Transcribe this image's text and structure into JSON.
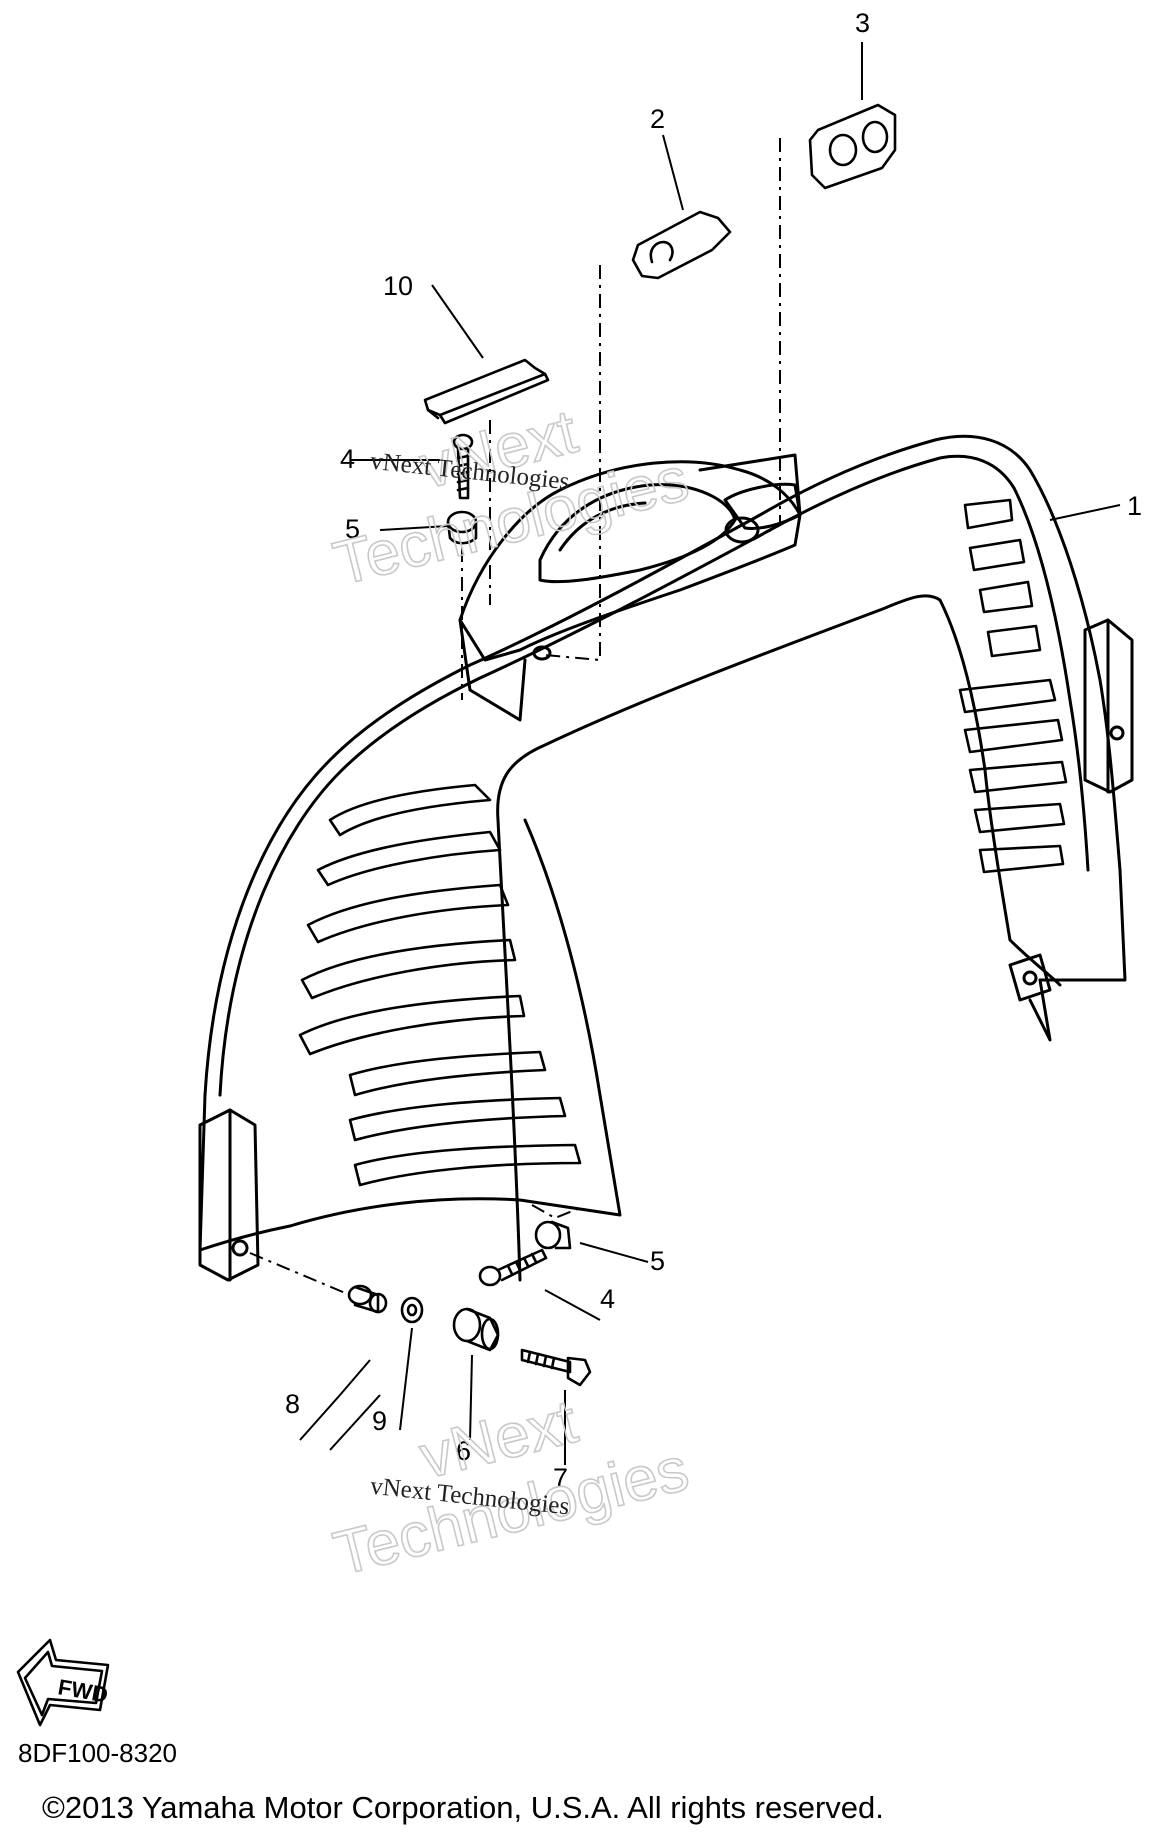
{
  "diagram": {
    "callouts": {
      "c1": "1",
      "c2": "2",
      "c3": "3",
      "c4a": "4",
      "c4b": "4",
      "c5a": "5",
      "c5b": "5",
      "c6": "6",
      "c7": "7",
      "c8": "8",
      "c9": "9",
      "c10": "10"
    },
    "fwd_label": "FWD",
    "drawing_code": "8DF100-8320",
    "copyright": "©2013 Yamaha Motor Corporation, U.S.A. All rights reserved."
  },
  "watermark": {
    "line1": "vNext",
    "line2": "Technologies",
    "small": "vNext Technologies"
  }
}
